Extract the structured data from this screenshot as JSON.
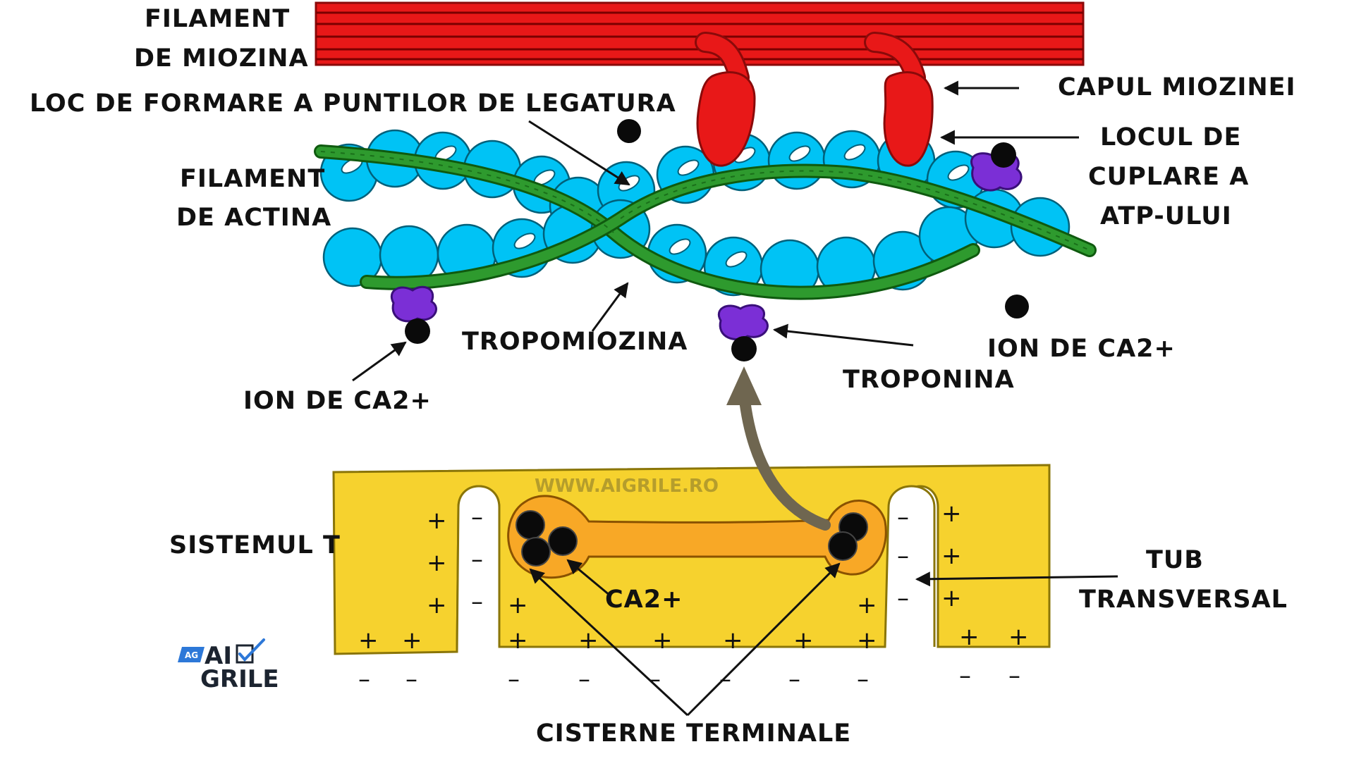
{
  "labels": {
    "myosin_filament": [
      "FILAMENT",
      "DE MIOZINA"
    ],
    "bridge_site": "LOC DE FORMARE A PUNTILOR DE LEGATURA",
    "actin_filament": [
      "FILAMENT",
      "DE ACTINA"
    ],
    "myosin_head": "CAPUL MIOZINEI",
    "atp_site": [
      "LOCUL DE",
      "CUPLARE A",
      "ATP-ULUI"
    ],
    "tropomyosin": "TROPOMIOZINA",
    "calcium_ion_left": "ION DE CA2+",
    "calcium_ion_right": "ION DE CA2+",
    "troponin": "TROPONINA",
    "t_system": "SISTEMUL T",
    "transverse_tube": [
      "TUB",
      "TRANSVERSAL"
    ],
    "ca2": "CA2+",
    "terminal_cisternae": "CISTERNE TERMINALE",
    "website": "WWW.AIGRILE.RO"
  },
  "logo": {
    "badge": "AG",
    "line1": "AI",
    "line2": "GRILE"
  },
  "membrane_charges": {
    "plus": "+",
    "minus": "–"
  },
  "colors": {
    "myosin": "#e81818",
    "actin": "#00c3f5",
    "tropomyosin": "#2e9a2e",
    "troponin": "#7b2fd6",
    "t_system": "#f6d22e",
    "cisterna": "#f8a826",
    "arrow_release": "#6f6650",
    "calcium": "#0a0a0a"
  }
}
